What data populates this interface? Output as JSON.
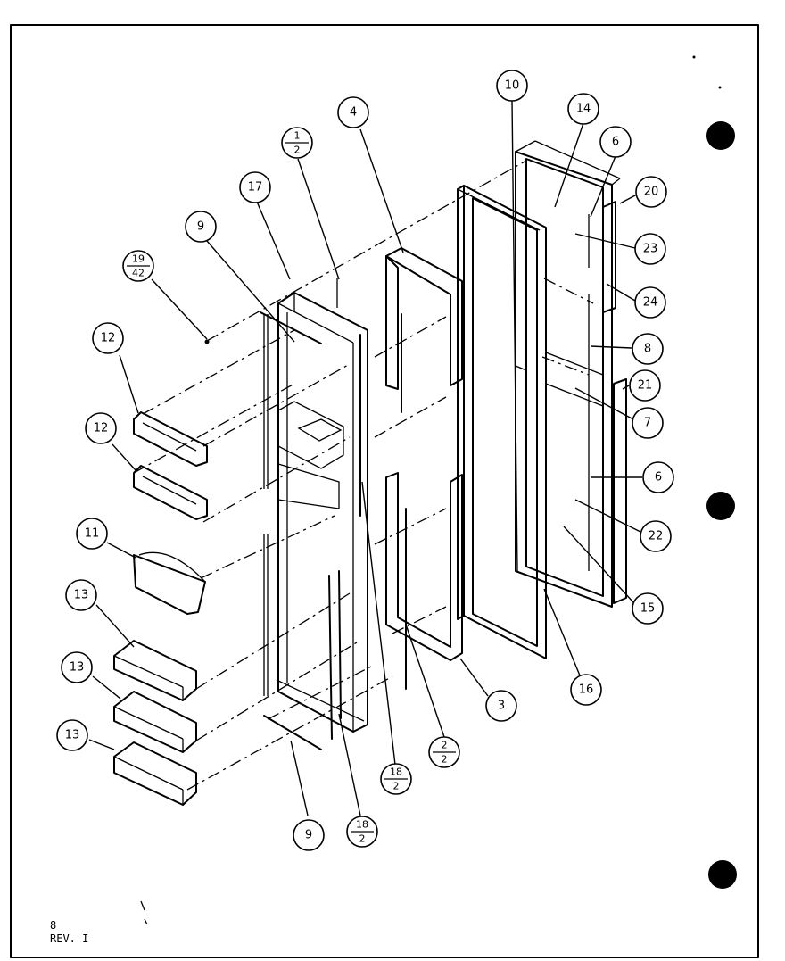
{
  "diagram": {
    "balloons": [
      {
        "id": "10",
        "label": "10"
      },
      {
        "id": "14",
        "label": "14"
      },
      {
        "id": "6a",
        "label": "6"
      },
      {
        "id": "20",
        "label": "20"
      },
      {
        "id": "23",
        "label": "23"
      },
      {
        "id": "24",
        "label": "24"
      },
      {
        "id": "8",
        "label": "8"
      },
      {
        "id": "21",
        "label": "21"
      },
      {
        "id": "7",
        "label": "7"
      },
      {
        "id": "6b",
        "label": "6"
      },
      {
        "id": "22",
        "label": "22"
      },
      {
        "id": "15",
        "label": "15"
      },
      {
        "id": "16",
        "label": "16"
      },
      {
        "id": "3",
        "label": "3"
      },
      {
        "id": "4",
        "label": "4"
      },
      {
        "id": "17",
        "label": "17"
      },
      {
        "id": "9a",
        "label": "9"
      },
      {
        "id": "9b",
        "label": "9"
      },
      {
        "id": "12a",
        "label": "12"
      },
      {
        "id": "12b",
        "label": "12"
      },
      {
        "id": "11",
        "label": "11"
      },
      {
        "id": "13a",
        "label": "13"
      },
      {
        "id": "13b",
        "label": "13"
      },
      {
        "id": "13c",
        "label": "13"
      }
    ],
    "fraction_balloons": [
      {
        "id": "f1",
        "top": "1",
        "bottom": "2"
      },
      {
        "id": "f2",
        "top": "19",
        "bottom": "42"
      },
      {
        "id": "f3",
        "top": "2",
        "bottom": "2"
      },
      {
        "id": "f4",
        "top": "18",
        "bottom": "2"
      },
      {
        "id": "f5",
        "top": "18",
        "bottom": "2"
      }
    ]
  },
  "footer": {
    "page": "8",
    "revision": "REV. I"
  }
}
